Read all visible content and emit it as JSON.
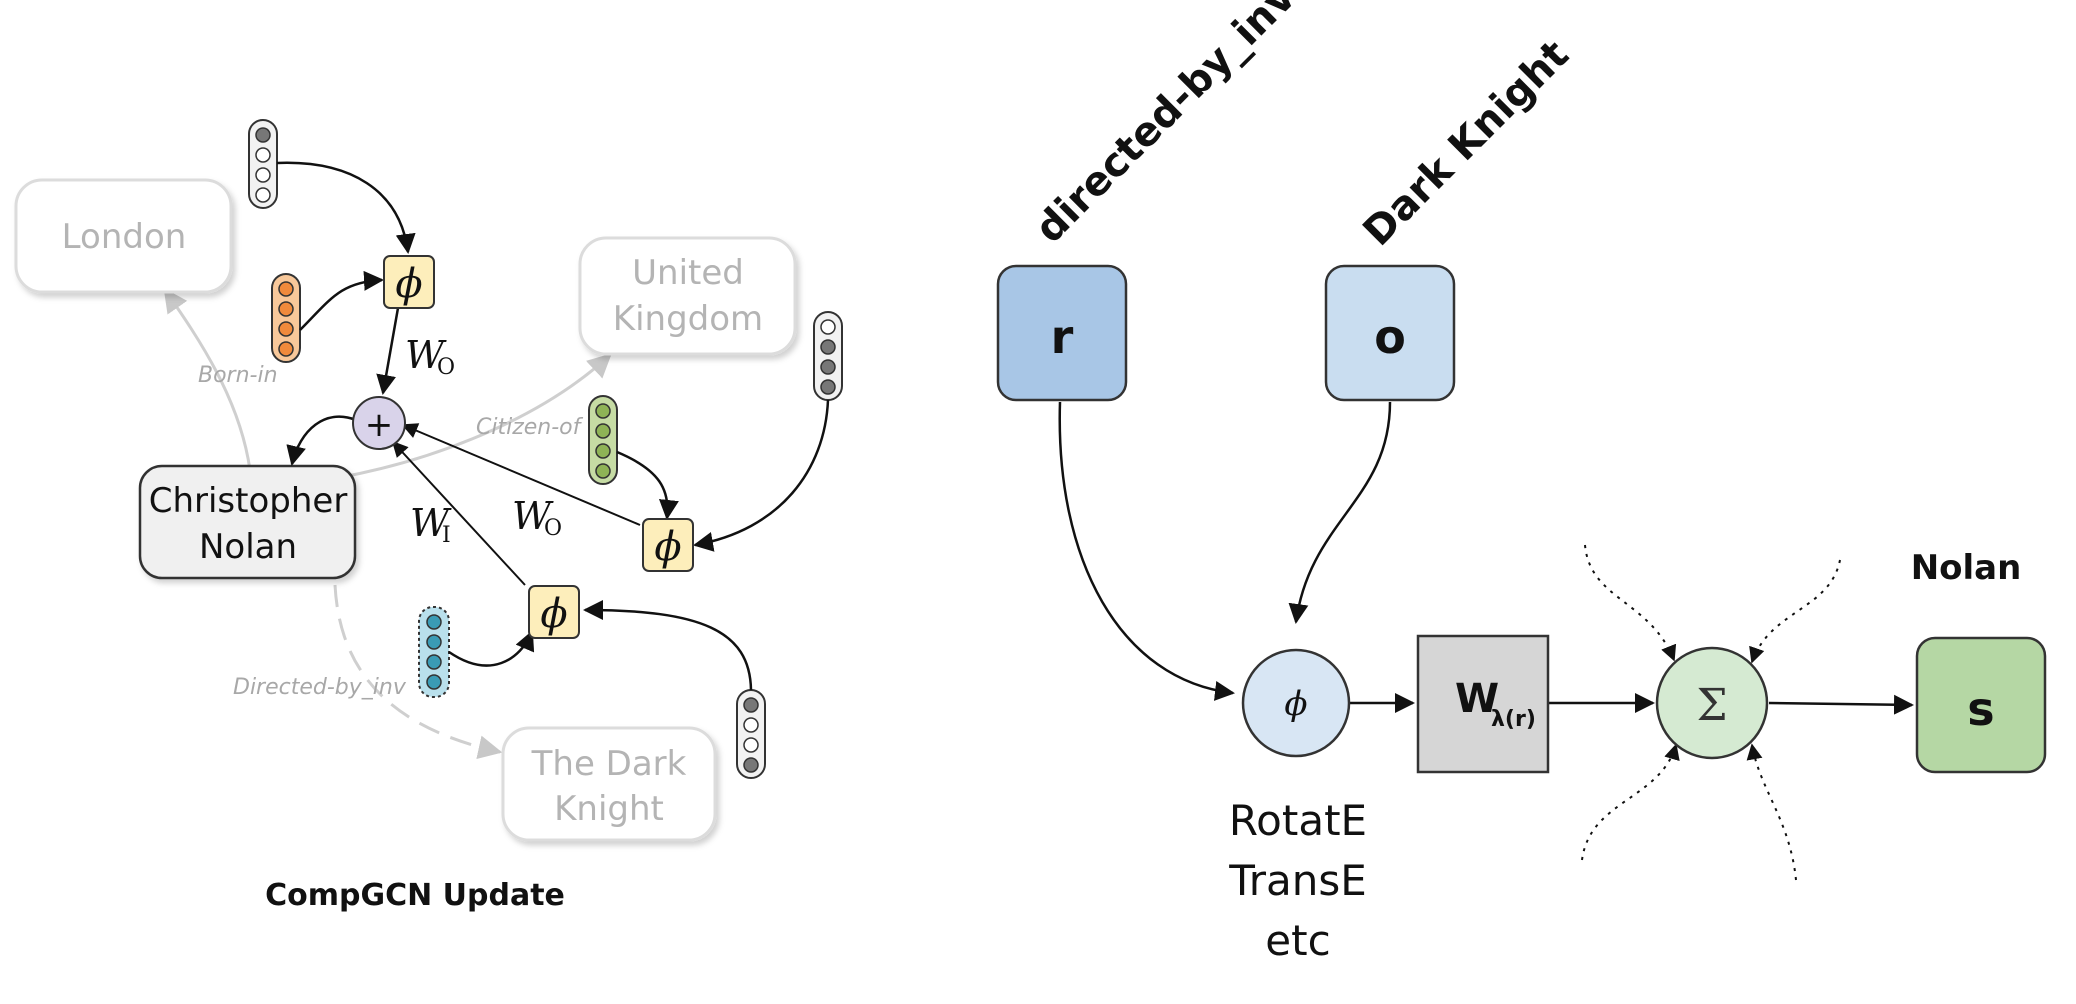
{
  "left_panel": {
    "entities": {
      "london": "London",
      "united_kingdom_line1": "United",
      "united_kingdom_line2": "Kingdom",
      "christopher_nolan_line1": "Christopher",
      "christopher_nolan_line2": "Nolan",
      "dark_knight_line1": "The Dark",
      "dark_knight_line2": "Knight"
    },
    "relations": {
      "born_in": "Born-in",
      "citizen_of": "Citizen-of",
      "directed_by_inv": "Directed-by_inv"
    },
    "operators": {
      "phi": "ϕ",
      "plus": "+"
    },
    "weights": {
      "w_out_main": "W",
      "w_out_main_sub": "O",
      "w_in": "W",
      "w_in_sub": "I",
      "w_out_lower": "W",
      "w_out_lower_sub": "O"
    },
    "caption": "CompGCN Update",
    "colors": {
      "phi_box": "#fdeebb",
      "plus_node": "#d9d3ea",
      "vec_orange": "#f08a3c",
      "vec_green": "#8eb356",
      "vec_teal": "#3a9bb5",
      "vec_grey": "#8a8a8a"
    }
  },
  "right_panel": {
    "relation_label": "directed-by_inv",
    "object_label": "Dark Knight",
    "relation_node": "r",
    "object_node": "o",
    "composition_node": "ϕ",
    "weight_node": "W",
    "weight_sub": "λ(r)",
    "sum_node": "Σ",
    "subject_node": "s",
    "subject_label": "Nolan",
    "composition_examples": [
      "RotatE",
      "TransE",
      "etc"
    ],
    "colors": {
      "relation_fill": "#a8c6e6",
      "object_fill": "#c9ddf0",
      "phi_fill": "#d8e6f4",
      "weight_fill": "#d6d6d6",
      "sum_fill": "#d5ead2",
      "subject_fill": "#b5d7a4"
    }
  }
}
